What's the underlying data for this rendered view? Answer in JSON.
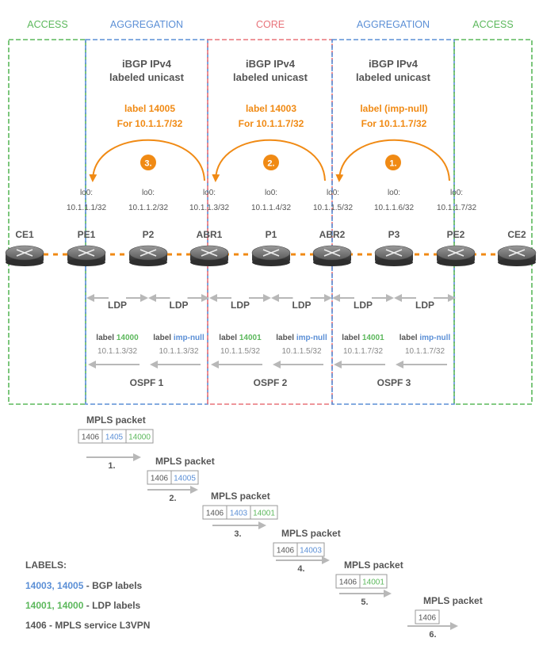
{
  "zones": [
    {
      "name": "ACCESS",
      "color": "#5cb85c"
    },
    {
      "name": "AGGREGATION",
      "color": "#5b8fd6"
    },
    {
      "name": "CORE",
      "color": "#e8737a"
    },
    {
      "name": "AGGREGATION",
      "color": "#5b8fd6"
    },
    {
      "name": "ACCESS",
      "color": "#5cb85c"
    }
  ],
  "bgp_sessions": [
    {
      "title1": "iBGP IPv4",
      "title2": "labeled unicast",
      "label": "label 14005",
      "prefix": "For 10.1.1.7/32",
      "step": "3."
    },
    {
      "title1": "iBGP IPv4",
      "title2": "labeled unicast",
      "label": "label 14003",
      "prefix": "For 10.1.1.7/32",
      "step": "2."
    },
    {
      "title1": "iBGP IPv4",
      "title2": "labeled unicast",
      "label": "label (imp-null)",
      "prefix": "For 10.1.1.7/32",
      "step": "1."
    }
  ],
  "routers": [
    {
      "name": "CE1",
      "lo": "",
      "ip": ""
    },
    {
      "name": "PE1",
      "lo": "lo0:",
      "ip": "10.1.1.1/32"
    },
    {
      "name": "P2",
      "lo": "lo0:",
      "ip": "10.1.1.2/32"
    },
    {
      "name": "ABR1",
      "lo": "lo0:",
      "ip": "10.1.1.3/32"
    },
    {
      "name": "P1",
      "lo": "lo0:",
      "ip": "10.1.1.4/32"
    },
    {
      "name": "ABR2",
      "lo": "lo0:",
      "ip": "10.1.1.5/32"
    },
    {
      "name": "P3",
      "lo": "lo0:",
      "ip": "10.1.1.6/32"
    },
    {
      "name": "PE2",
      "lo": "lo0:",
      "ip": "10.1.1.7/32"
    },
    {
      "name": "CE2",
      "lo": "",
      "ip": ""
    }
  ],
  "ldp_label": "LDP",
  "ldp_blocks": [
    {
      "label_word": "label",
      "label_value": "14000",
      "value_color": "#5cb85c",
      "ip": "10.1.1.3/32"
    },
    {
      "label_word": "label",
      "label_value": "imp-null",
      "value_color": "#5b8fd6",
      "ip": "10.1.1.3/32"
    },
    {
      "label_word": "label",
      "label_value": "14001",
      "value_color": "#5cb85c",
      "ip": "10.1.1.5/32"
    },
    {
      "label_word": "label",
      "label_value": "imp-null",
      "value_color": "#5b8fd6",
      "ip": "10.1.1.5/32"
    },
    {
      "label_word": "label",
      "label_value": "14001",
      "value_color": "#5cb85c",
      "ip": "10.1.1.7/32"
    },
    {
      "label_word": "label",
      "label_value": "imp-null",
      "value_color": "#5b8fd6",
      "ip": "10.1.1.7/32"
    }
  ],
  "ospf_areas": [
    "OSPF 1",
    "OSPF 2",
    "OSPF 3"
  ],
  "packets": [
    {
      "title": "MPLS packet",
      "cells": [
        {
          "t": "1406",
          "c": "#555555"
        },
        {
          "t": "1405",
          "c": "#5b8fd6"
        },
        {
          "t": "14000",
          "c": "#5cb85c"
        }
      ],
      "step": "1."
    },
    {
      "title": "MPLS packet",
      "cells": [
        {
          "t": "1406",
          "c": "#555555"
        },
        {
          "t": "14005",
          "c": "#5b8fd6"
        }
      ],
      "step": "2."
    },
    {
      "title": "MPLS packet",
      "cells": [
        {
          "t": "1406",
          "c": "#555555"
        },
        {
          "t": "1403",
          "c": "#5b8fd6"
        },
        {
          "t": "14001",
          "c": "#5cb85c"
        }
      ],
      "step": "3."
    },
    {
      "title": "MPLS packet",
      "cells": [
        {
          "t": "1406",
          "c": "#555555"
        },
        {
          "t": "14003",
          "c": "#5b8fd6"
        }
      ],
      "step": "4."
    },
    {
      "title": "MPLS packet",
      "cells": [
        {
          "t": "1406",
          "c": "#555555"
        },
        {
          "t": "14001",
          "c": "#5cb85c"
        }
      ],
      "step": "5."
    },
    {
      "title": "MPLS packet",
      "cells": [
        {
          "t": "1406",
          "c": "#555555"
        }
      ],
      "step": "6."
    }
  ],
  "legend": {
    "title": "LABELS:",
    "items": [
      {
        "key": "14003, 14005",
        "key_color": "#5b8fd6",
        "desc": " - BGP labels"
      },
      {
        "key": "14001, 14000",
        "key_color": "#5cb85c",
        "desc": " - LDP labels"
      },
      {
        "key": "1406",
        "key_color": "#555555",
        "desc": " - MPLS service L3VPN"
      }
    ]
  },
  "colors": {
    "orange": "#f08a14",
    "text": "#555555",
    "grey": "#b8b8b8"
  }
}
